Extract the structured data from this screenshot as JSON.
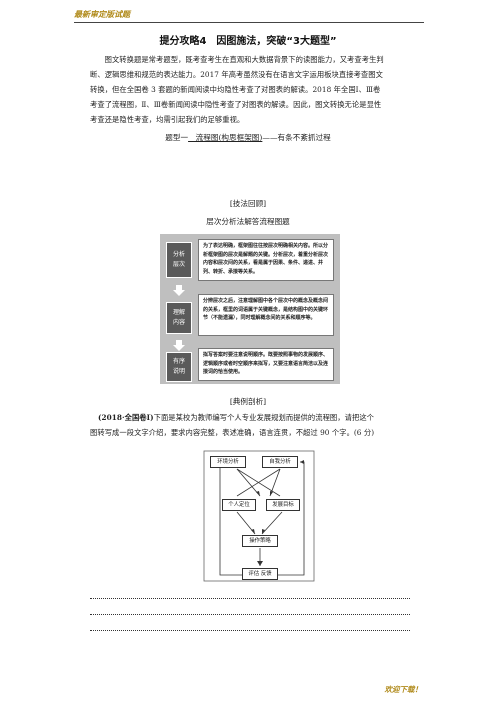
{
  "header": {
    "title": "最新审定版试题"
  },
  "footer": {
    "text": "欢迎下载！"
  },
  "title": "提分攻略4　因图施法，突破“3大题型”",
  "intro": {
    "line1": "图文转换题是常考题型，既考查考生在直观和大数据背景下的读图能力，又考查考生判",
    "line2": "断、逻辑思维和规范的表达能力。2017 年高考虽然没有在语言文字运用板块直接考查图文",
    "line3": "转换，但在全国卷 3 套题的新闻阅读中均隐性考查了对图表的解读。2018 年全国Ⅰ、Ⅲ卷",
    "line4": "考查了流程图，Ⅱ、Ⅲ卷新闻阅读中隐性考查了对图表的解读。因此，图文转换无论是显性",
    "line5": "考查还是隐性考查，均需引起我们的足够重视。"
  },
  "type_heading": {
    "prefix": "题型一",
    "underlined": "　流程图(构思框架图)",
    "suffix": "——有条不紊抓过程"
  },
  "skill_review": "[技法回顾]",
  "fig1_caption": "层次分析法解答流程图题",
  "fig1": {
    "steps": [
      {
        "label": [
          "分析",
          "层次"
        ],
        "text": "为了表达明确，框架图往往按层次明确相关内容。所以分析框架图的层次是解题的关键。分析层次，着重分析层次内容和层次间的关系，看是属于因果、条件、递进、并列、转折、承接等关系。"
      },
      {
        "label": [
          "理解",
          "内容"
        ],
        "text": "分辨层次之后，注意理解图中各个层次中的概念及概念间的关系，框里的词语属于关键概念，是结构图中的关键环节（不能遗漏），同时理解概念间的关系和顺序等。"
      },
      {
        "label": [
          "有序",
          "说明"
        ],
        "text": "拟写答案时要注意说明顺序。既要按照事物的发展顺序、逻辑顺序或者时空顺序来拟写，又要注意语言简洁以及连接词的恰当使用。"
      }
    ]
  },
  "example_heading": "[典例剖析]",
  "question": {
    "line1_prefix": "(2018·全国卷Ⅰ)",
    "line1": "下面是某校为教师编写个人专业发展规划而提供的流程图，请把这个",
    "line2": "图转写成一段文字介绍，要求内容完整，表述准确，语言连贯，不超过 90 个字。(6 分)"
  },
  "fig2": {
    "env": "环境分析",
    "self": "自我分析",
    "position": "个人定位",
    "goal": "发展目标",
    "strategy": "操作策略",
    "eval": "评估 反馈"
  }
}
